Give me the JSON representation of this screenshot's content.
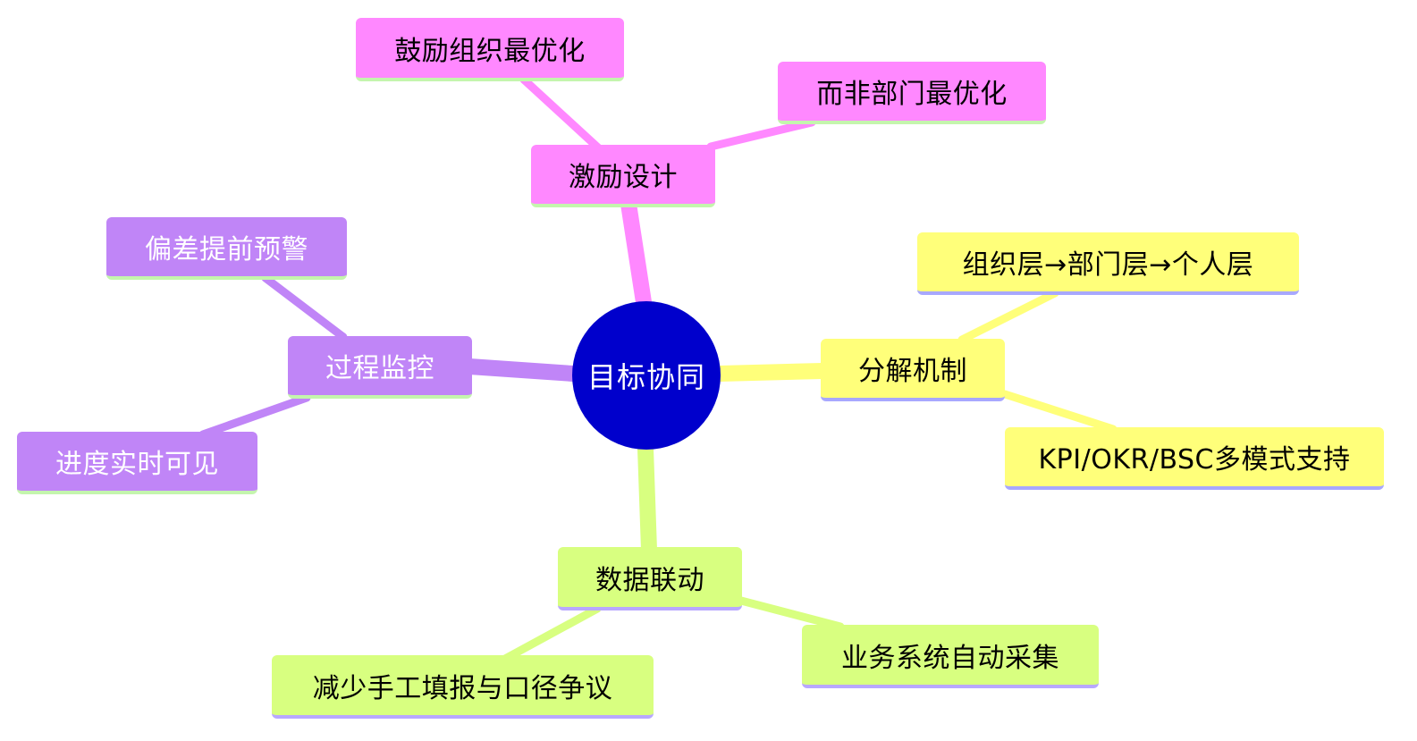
{
  "center": {
    "label": "目标协同",
    "color": "#0000cc"
  },
  "branches": {
    "incentive": {
      "label": "激励设计",
      "color": "#ff88ff",
      "children": [
        "鼓励组织最优化",
        "而非部门最优化"
      ]
    },
    "decomposition": {
      "label": "分解机制",
      "color": "#ffff7a",
      "children": [
        "组织层→部门层→个人层",
        "KPI/OKR/BSC多模式支持"
      ]
    },
    "data_linkage": {
      "label": "数据联动",
      "color": "#d8ff80",
      "children": [
        "业务系统自动采集",
        "减少手工填报与口径争议"
      ]
    },
    "monitoring": {
      "label": "过程监控",
      "color": "#c085f7",
      "children": [
        "偏差提前预警",
        "进度实时可见"
      ]
    }
  }
}
